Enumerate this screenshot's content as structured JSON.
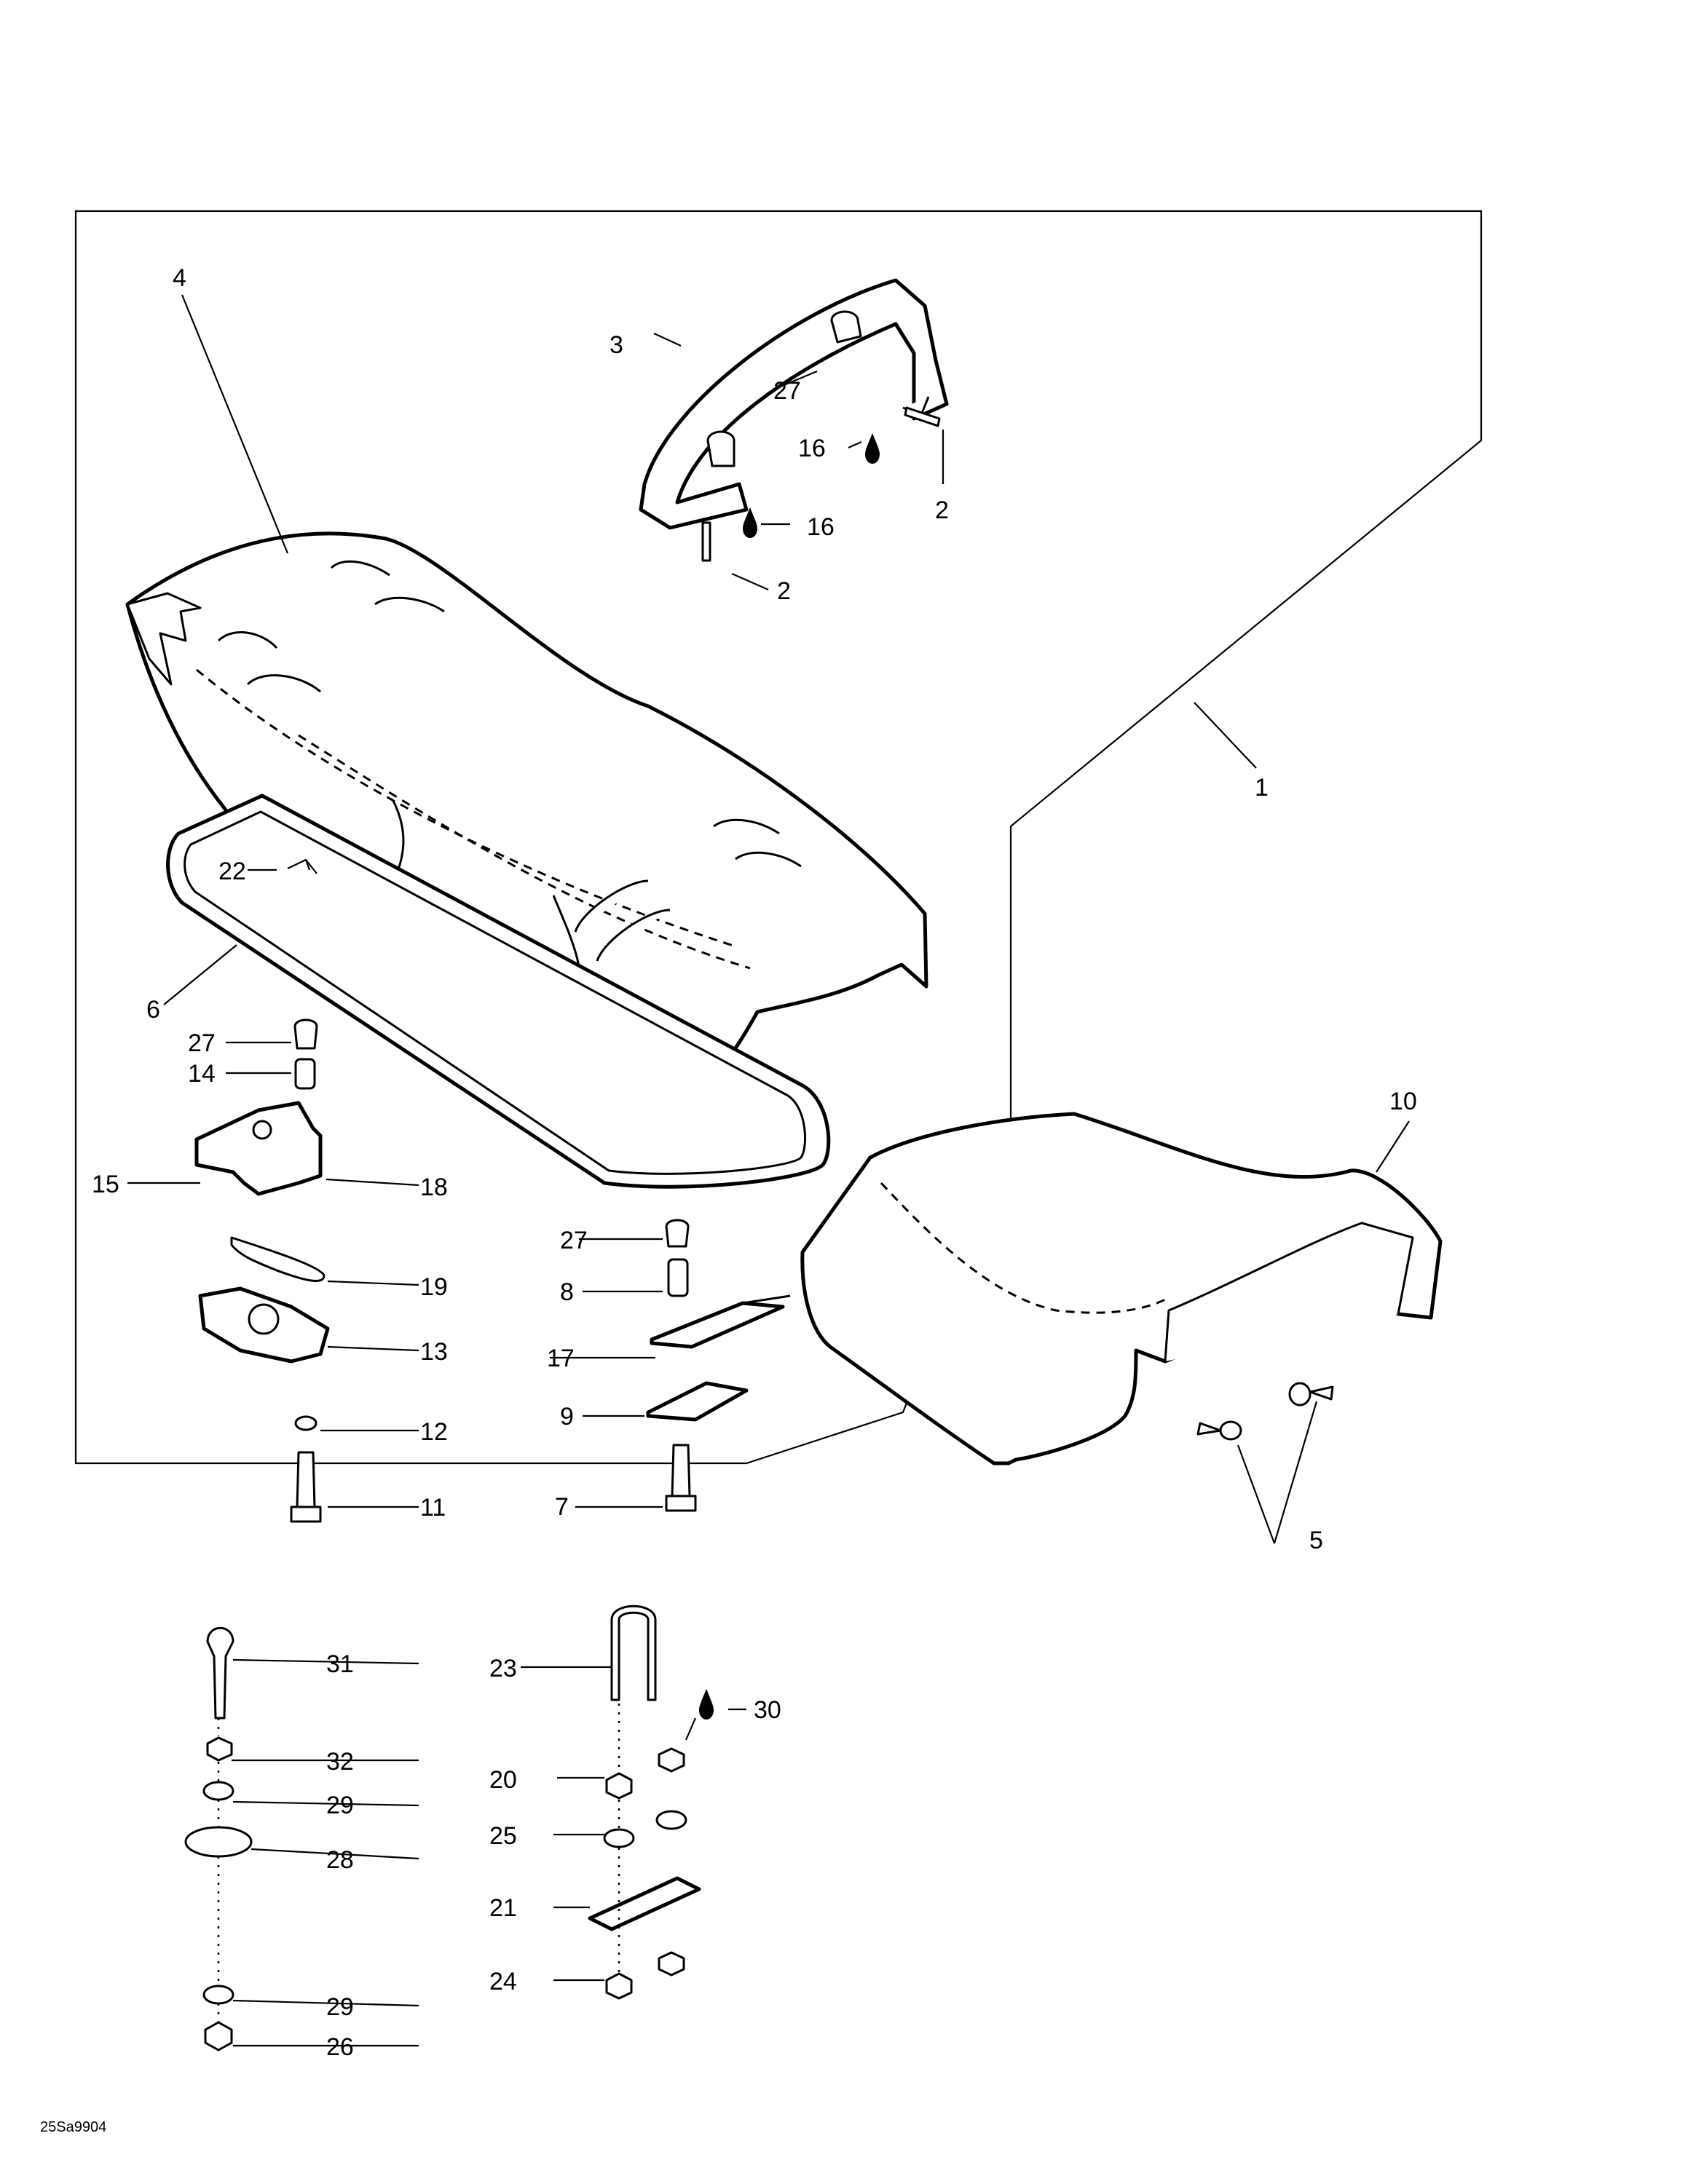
{
  "callouts": {
    "c1": "1",
    "c2a": "2",
    "c2b": "2",
    "c3": "3",
    "c4": "4",
    "c5": "5",
    "c6": "6",
    "c7": "7",
    "c8": "8",
    "c9": "9",
    "c10": "10",
    "c11": "11",
    "c12": "12",
    "c13": "13",
    "c14": "14",
    "c15": "15",
    "c16a": "16",
    "c16b": "16",
    "c17": "17",
    "c18": "18",
    "c19": "19",
    "c20": "20",
    "c21": "21",
    "c22": "22",
    "c23": "23",
    "c24": "24",
    "c25": "25",
    "c26": "26",
    "c27a": "27",
    "c27b": "27",
    "c27c": "27",
    "c28": "28",
    "c29a": "29",
    "c29b": "29",
    "c30": "30",
    "c31": "31",
    "c32": "32"
  },
  "footer": {
    "drawing_code": "25Sa9904"
  }
}
